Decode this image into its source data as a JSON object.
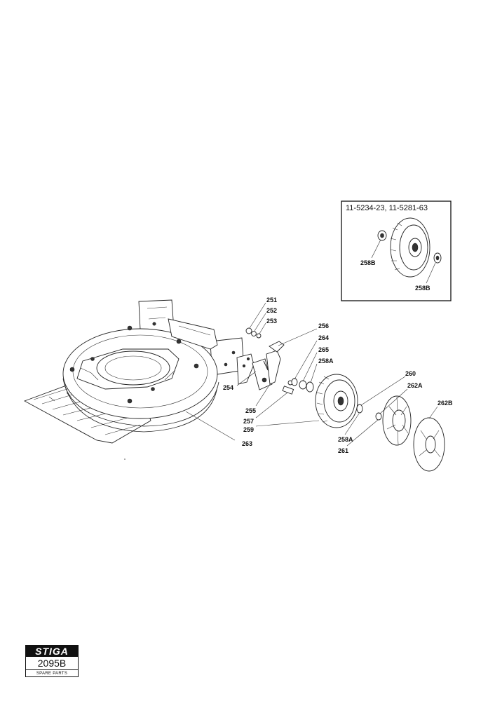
{
  "inset": {
    "title": "11-5234-23, 11-5281-63",
    "labels": [
      "258B",
      "258B"
    ]
  },
  "callouts": {
    "p251": "251",
    "p252": "252",
    "p253": "253",
    "p256": "256",
    "p264": "264",
    "p265": "265",
    "p258a_top": "258A",
    "p254": "254",
    "p255": "255",
    "p257": "257",
    "p259": "259",
    "p263": "263",
    "p260": "260",
    "p262a": "262A",
    "p262b": "262B",
    "p258a_bottom": "258A",
    "p261": "261"
  },
  "brand": {
    "logo": "STIGA",
    "code": "2095B",
    "caption": "SPARE PARTS"
  }
}
